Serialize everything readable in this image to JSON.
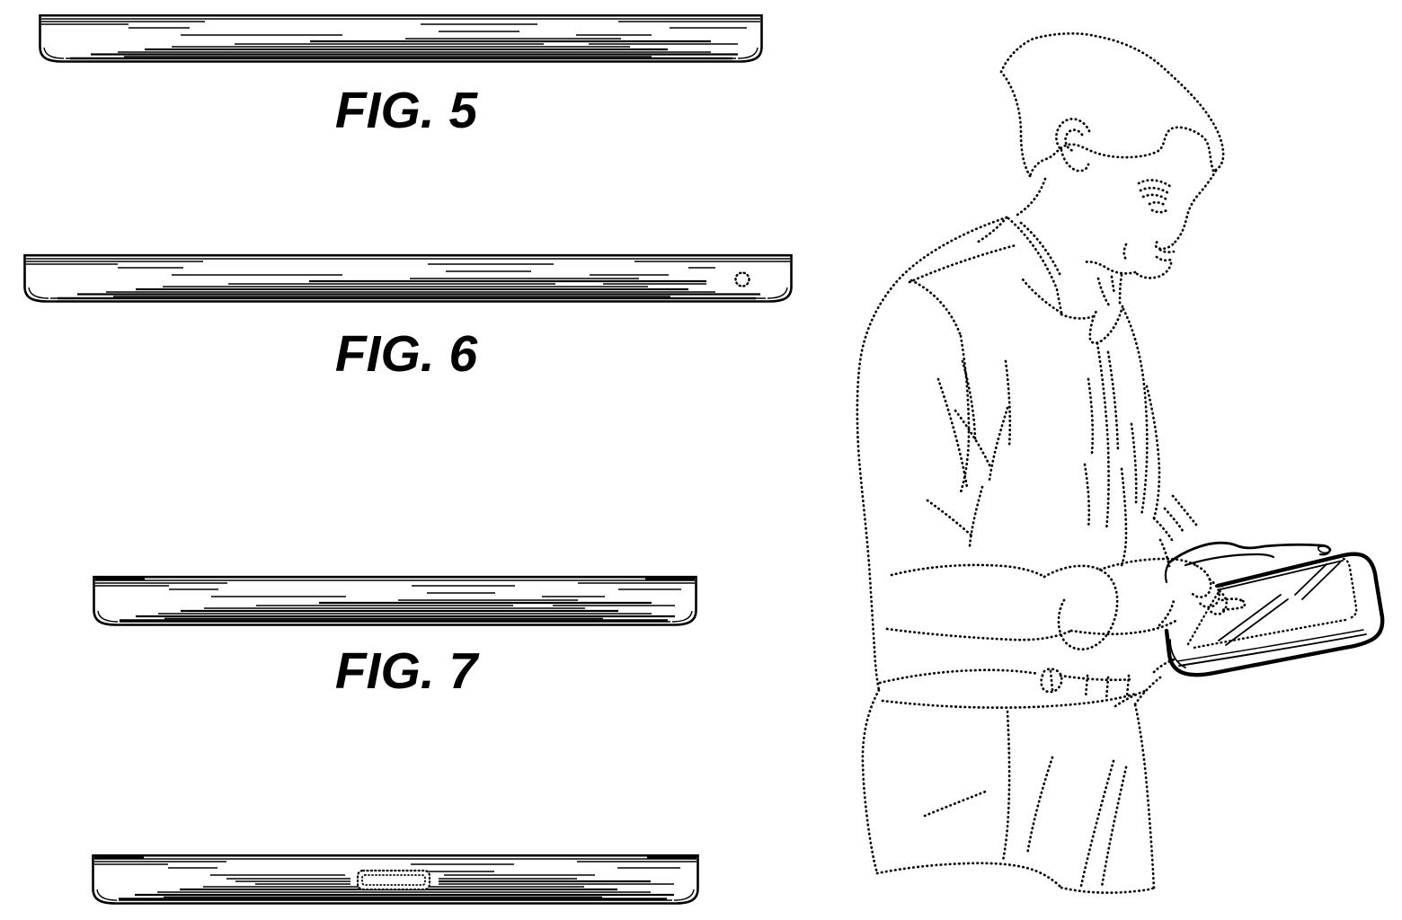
{
  "page": {
    "background": "#ffffff",
    "ink": "#000000"
  },
  "figures": {
    "fig5": {
      "label": "FIG. 5",
      "name": "tablet-long-edge-side-view"
    },
    "fig6": {
      "label": "FIG. 6",
      "name": "tablet-long-edge-side-view-with-jack",
      "port": "headphone-jack-broken-line-circle"
    },
    "fig7": {
      "label": "FIG. 7",
      "name": "tablet-short-edge-side-view"
    },
    "fig8": {
      "label": "",
      "name": "tablet-short-edge-side-view-with-connector",
      "port": "dock-connector-broken-line-rectangle"
    }
  },
  "illustration": {
    "name": "man-standing-using-tablet",
    "style": "broken-line-environment-figure"
  }
}
